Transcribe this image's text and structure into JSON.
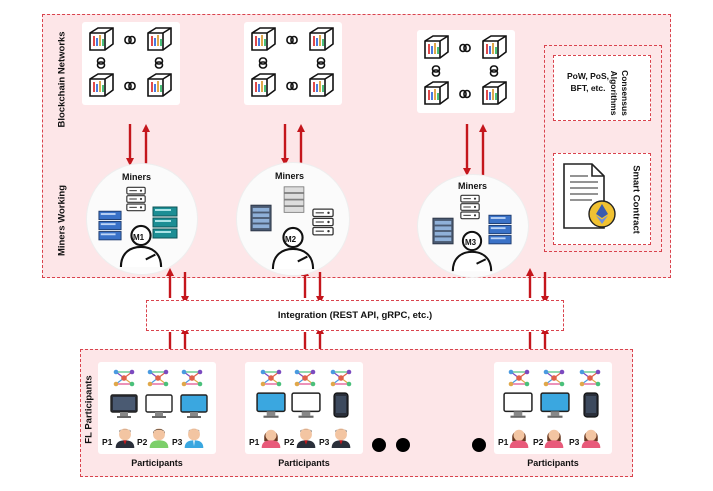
{
  "labels": {
    "blockchain_networks": "Blockchain Networks",
    "miners_working": "Miners Working",
    "fl_participants": "FL Participants",
    "consensus_algorithms": "Consensus Algorithms",
    "consensus_methods": "PoW, PoS, BFT, etc.",
    "smart_contract": "Smart Contract",
    "integration": "Integration (REST API, gRPC, etc.)"
  },
  "miners": [
    {
      "title": "Miners",
      "badge": "M1"
    },
    {
      "title": "Miners",
      "badge": "M2"
    },
    {
      "title": "Miners",
      "badge": "M3"
    }
  ],
  "participant_groups": [
    {
      "caption": "Participants",
      "members": [
        "P1",
        "P2",
        "P3"
      ]
    },
    {
      "caption": "Participants",
      "members": [
        "P1",
        "P2",
        "P3"
      ]
    },
    {
      "caption": "Participants",
      "members": [
        "P1",
        "P2",
        "P3"
      ]
    }
  ],
  "colors": {
    "panel_bg": "#fde6e8",
    "dash": "#d9434d",
    "arrow": "#c4161c"
  }
}
